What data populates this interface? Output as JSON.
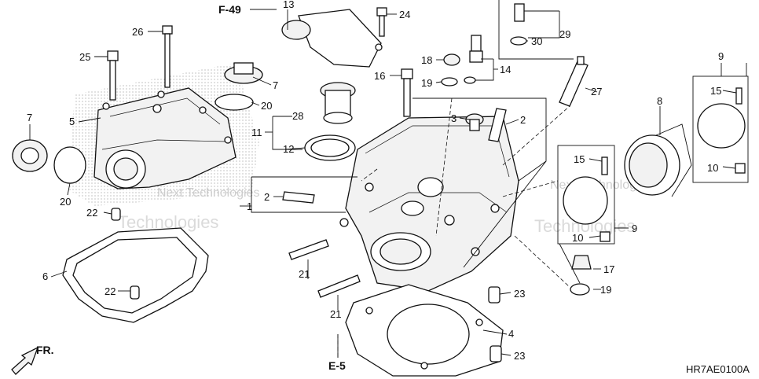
{
  "diagram": {
    "code": "HR7AE0100A",
    "refs": {
      "f49": "F-49",
      "e5": "E-5",
      "fr": "FR."
    },
    "watermark": {
      "line1": "Next Technologies",
      "line2": "Technologies"
    },
    "labels": {
      "l1": "1",
      "l2a": "2",
      "l2b": "2",
      "l3": "3",
      "l4": "4",
      "l5": "5",
      "l6": "6",
      "l7a": "7",
      "l7b": "7",
      "l8": "8",
      "l9a": "9",
      "l9b": "9",
      "l10a": "10",
      "l10b": "10",
      "l11": "11",
      "l12": "12",
      "l13": "13",
      "l14": "14",
      "l15a": "15",
      "l15b": "15",
      "l16": "16",
      "l17": "17",
      "l18": "18",
      "l19a": "19",
      "l19b": "19",
      "l20a": "20",
      "l20b": "20",
      "l21a": "21",
      "l21b": "21",
      "l22a": "22",
      "l22b": "22",
      "l23a": "23",
      "l23b": "23",
      "l24": "24",
      "l25": "25",
      "l26": "26",
      "l27": "27",
      "l28": "28",
      "l29": "29",
      "l30": "30"
    }
  }
}
